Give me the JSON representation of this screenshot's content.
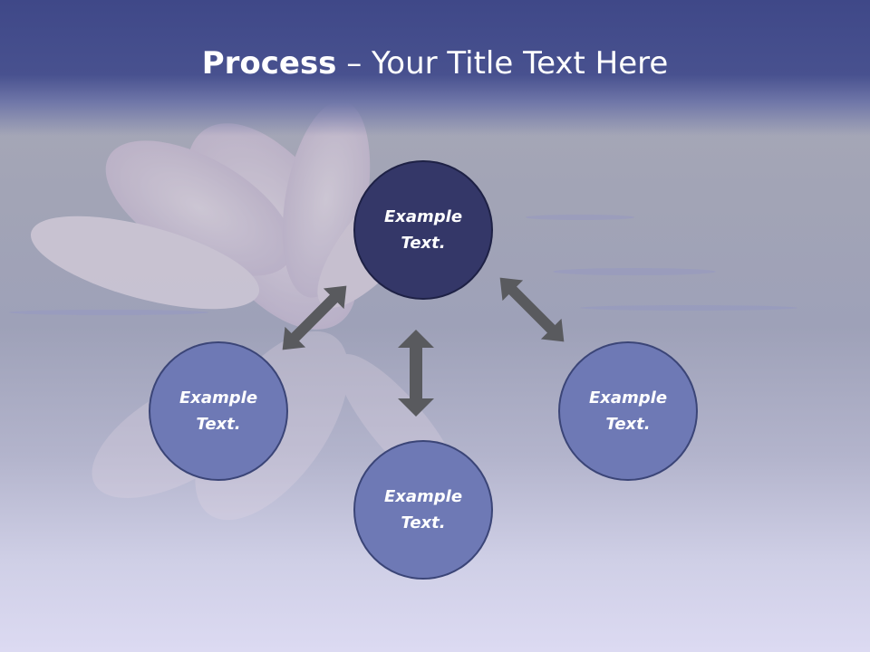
{
  "title": {
    "bold": "Process",
    "rest": " – Your Title Text Here"
  },
  "nodes": [
    {
      "line1": "Example",
      "line2": "Text."
    },
    {
      "line1": "Example",
      "line2": "Text."
    },
    {
      "line1": "Example",
      "line2": "Text."
    },
    {
      "line1": "Example",
      "line2": "Text."
    }
  ],
  "colors": {
    "header": "#414a8a",
    "center_node": "#343768",
    "outer_node": "#6e79b5",
    "arrow": "#595a5e"
  }
}
